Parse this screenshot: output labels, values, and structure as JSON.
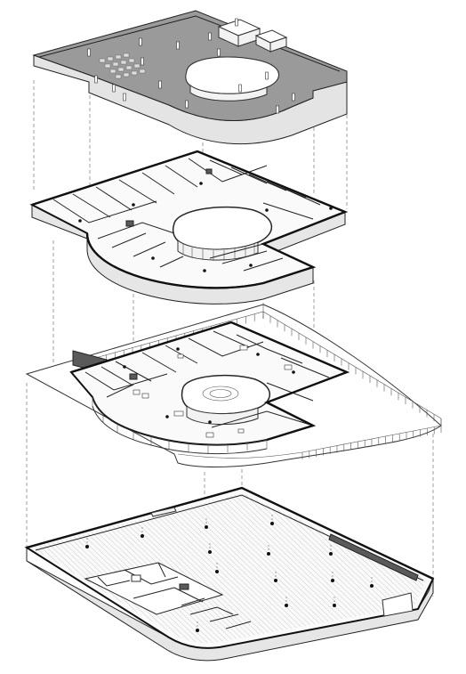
{
  "colors": {
    "roof": "#9a9a9a",
    "slab": "#fafafa",
    "edge": "#e6e6e6",
    "line": "#222222",
    "background": "#ffffff"
  },
  "levels": [
    {
      "id": "roof",
      "columns": 16
    },
    {
      "id": "upper-floor",
      "columns": 8
    },
    {
      "id": "ground-floor",
      "columns": 6
    },
    {
      "id": "basement",
      "columns": 14
    }
  ]
}
